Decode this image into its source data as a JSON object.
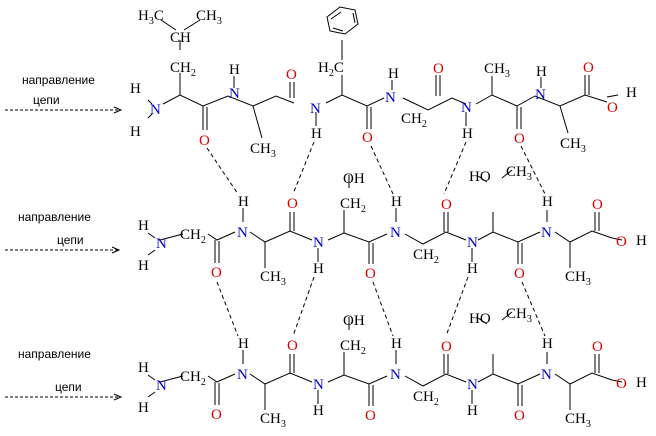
{
  "labels": {
    "direction": "направление",
    "chain": "цепи"
  },
  "atoms": {
    "N": "N",
    "O": "O",
    "H": "H",
    "C": "C",
    "CH": "CH",
    "CH2": "CH",
    "CH3": "CH",
    "H3C": "H",
    "OH": "OH",
    "HO": "HO",
    "sub2": "2",
    "sub3": "3"
  },
  "colors": {
    "nitrogen": "#0000cc",
    "oxygen": "#dd0000",
    "carbon": "#000000",
    "bond": "#000000"
  }
}
